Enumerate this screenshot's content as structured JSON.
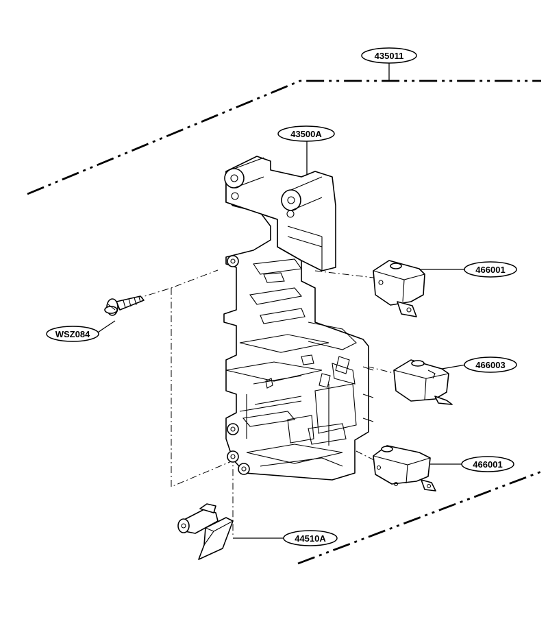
{
  "callouts": [
    {
      "id": "assembly",
      "label": "435011"
    },
    {
      "id": "frame",
      "label": "43500A"
    },
    {
      "id": "switch_upper",
      "label": "466001"
    },
    {
      "id": "switch_middle",
      "label": "466003"
    },
    {
      "id": "switch_lower",
      "label": "466001"
    },
    {
      "id": "screw",
      "label": "WSZ084"
    },
    {
      "id": "lever",
      "label": "44510A"
    }
  ]
}
